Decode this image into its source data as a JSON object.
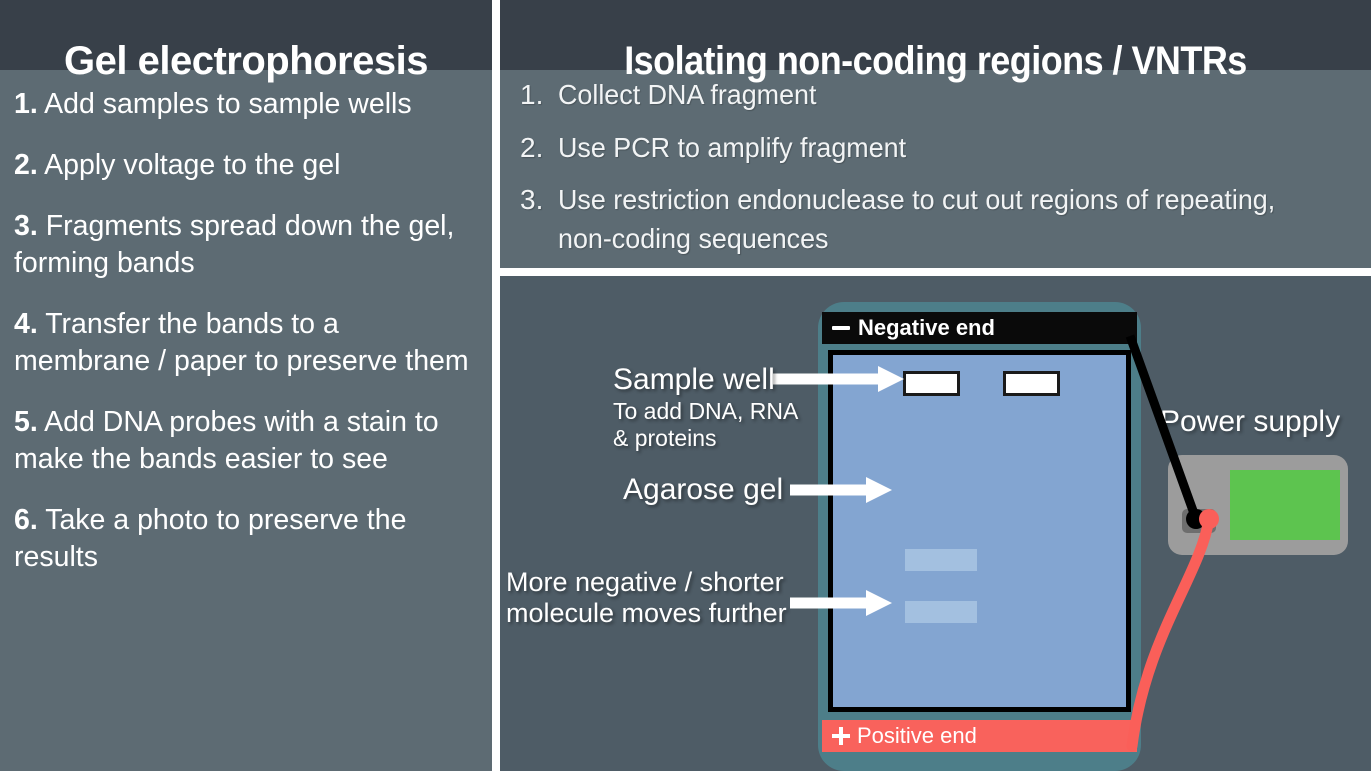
{
  "left_panel": {
    "title": "Gel electrophoresis",
    "steps": [
      {
        "num": "1.",
        "text": "Add samples to sample wells"
      },
      {
        "num": "2.",
        "text": "Apply voltage to the gel"
      },
      {
        "num": "3.",
        "text": "Fragments spread down the gel, forming bands"
      },
      {
        "num": "4.",
        "text": "Transfer the bands to a membrane / paper to preserve them"
      },
      {
        "num": "5.",
        "text": "Add DNA probes with a stain to make the bands easier to see"
      },
      {
        "num": "6.",
        "text": "Take a photo to preserve the results"
      }
    ]
  },
  "right_panel": {
    "title": "Isolating non-coding regions / VNTRs",
    "steps": [
      {
        "num": "1.",
        "text": "Collect DNA fragment"
      },
      {
        "num": "2.",
        "text": "Use PCR to amplify fragment"
      },
      {
        "num": "3.",
        "text": "Use restriction endonuclease to cut out regions of repeating, non-coding sequences"
      }
    ]
  },
  "diagram": {
    "negative_end_label": "Negative end",
    "positive_end_label": "Positive end",
    "power_supply_label": "Power supply",
    "callouts": {
      "sample_well": "Sample well",
      "sample_well_sub_line1": "To add DNA, RNA",
      "sample_well_sub_line2": "& proteins",
      "agarose_gel": "Agarose gel",
      "migration_line1": "More negative / shorter",
      "migration_line2": "molecule moves further"
    },
    "icons": {
      "negative_sign": "minus-icon",
      "positive_sign": "plus-icon",
      "arrow": "arrow-right-icon"
    },
    "colors": {
      "header_bar": "#384049",
      "panel_body": "#5d6b73",
      "diagram_bg": "#4e5c66",
      "tank": "#4d7e89",
      "gel": "#83a5d1",
      "band": "#a3c0e0",
      "negative_bar": "#0a0a0a",
      "positive_bar": "#f9625c",
      "power_supply_body": "#9c9c9c",
      "power_supply_screen": "#5dc44f",
      "negative_wire": "#000000",
      "positive_wire": "#fa5f59",
      "divider": "#ffffff"
    }
  }
}
